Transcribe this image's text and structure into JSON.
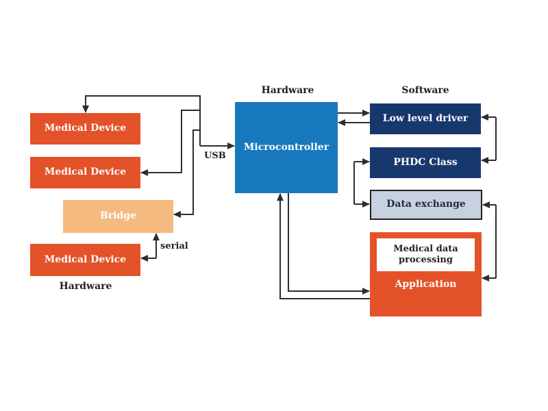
{
  "diagram": {
    "nodes": {
      "medical_device_1": "Medical Device",
      "medical_device_2": "Medical Device",
      "bridge": "Bridge",
      "medical_device_3": "Medical Device",
      "microcontroller": "Microcontroller",
      "low_level_driver": "Low level driver",
      "phdc_class": "PHDC Class",
      "data_exchange": "Data exchange",
      "medical_data_processing": "Medical data processing",
      "application": "Application"
    },
    "labels": {
      "hardware_left": "Hardware",
      "hardware_center": "Hardware",
      "software": "Software",
      "usb": "USB",
      "serial": "serial"
    },
    "colors": {
      "device_orange": "#e4522a",
      "bridge_tan": "#f4ba80",
      "microcontroller_blue": "#1878bd",
      "driver_navy": "#17386d",
      "data_exchange_fill": "#c8d1e0",
      "data_exchange_border": "#1f1f1f",
      "connector_line": "#2d2d2d",
      "dark_text": "#231f20",
      "white_text": "#ffffff"
    }
  }
}
